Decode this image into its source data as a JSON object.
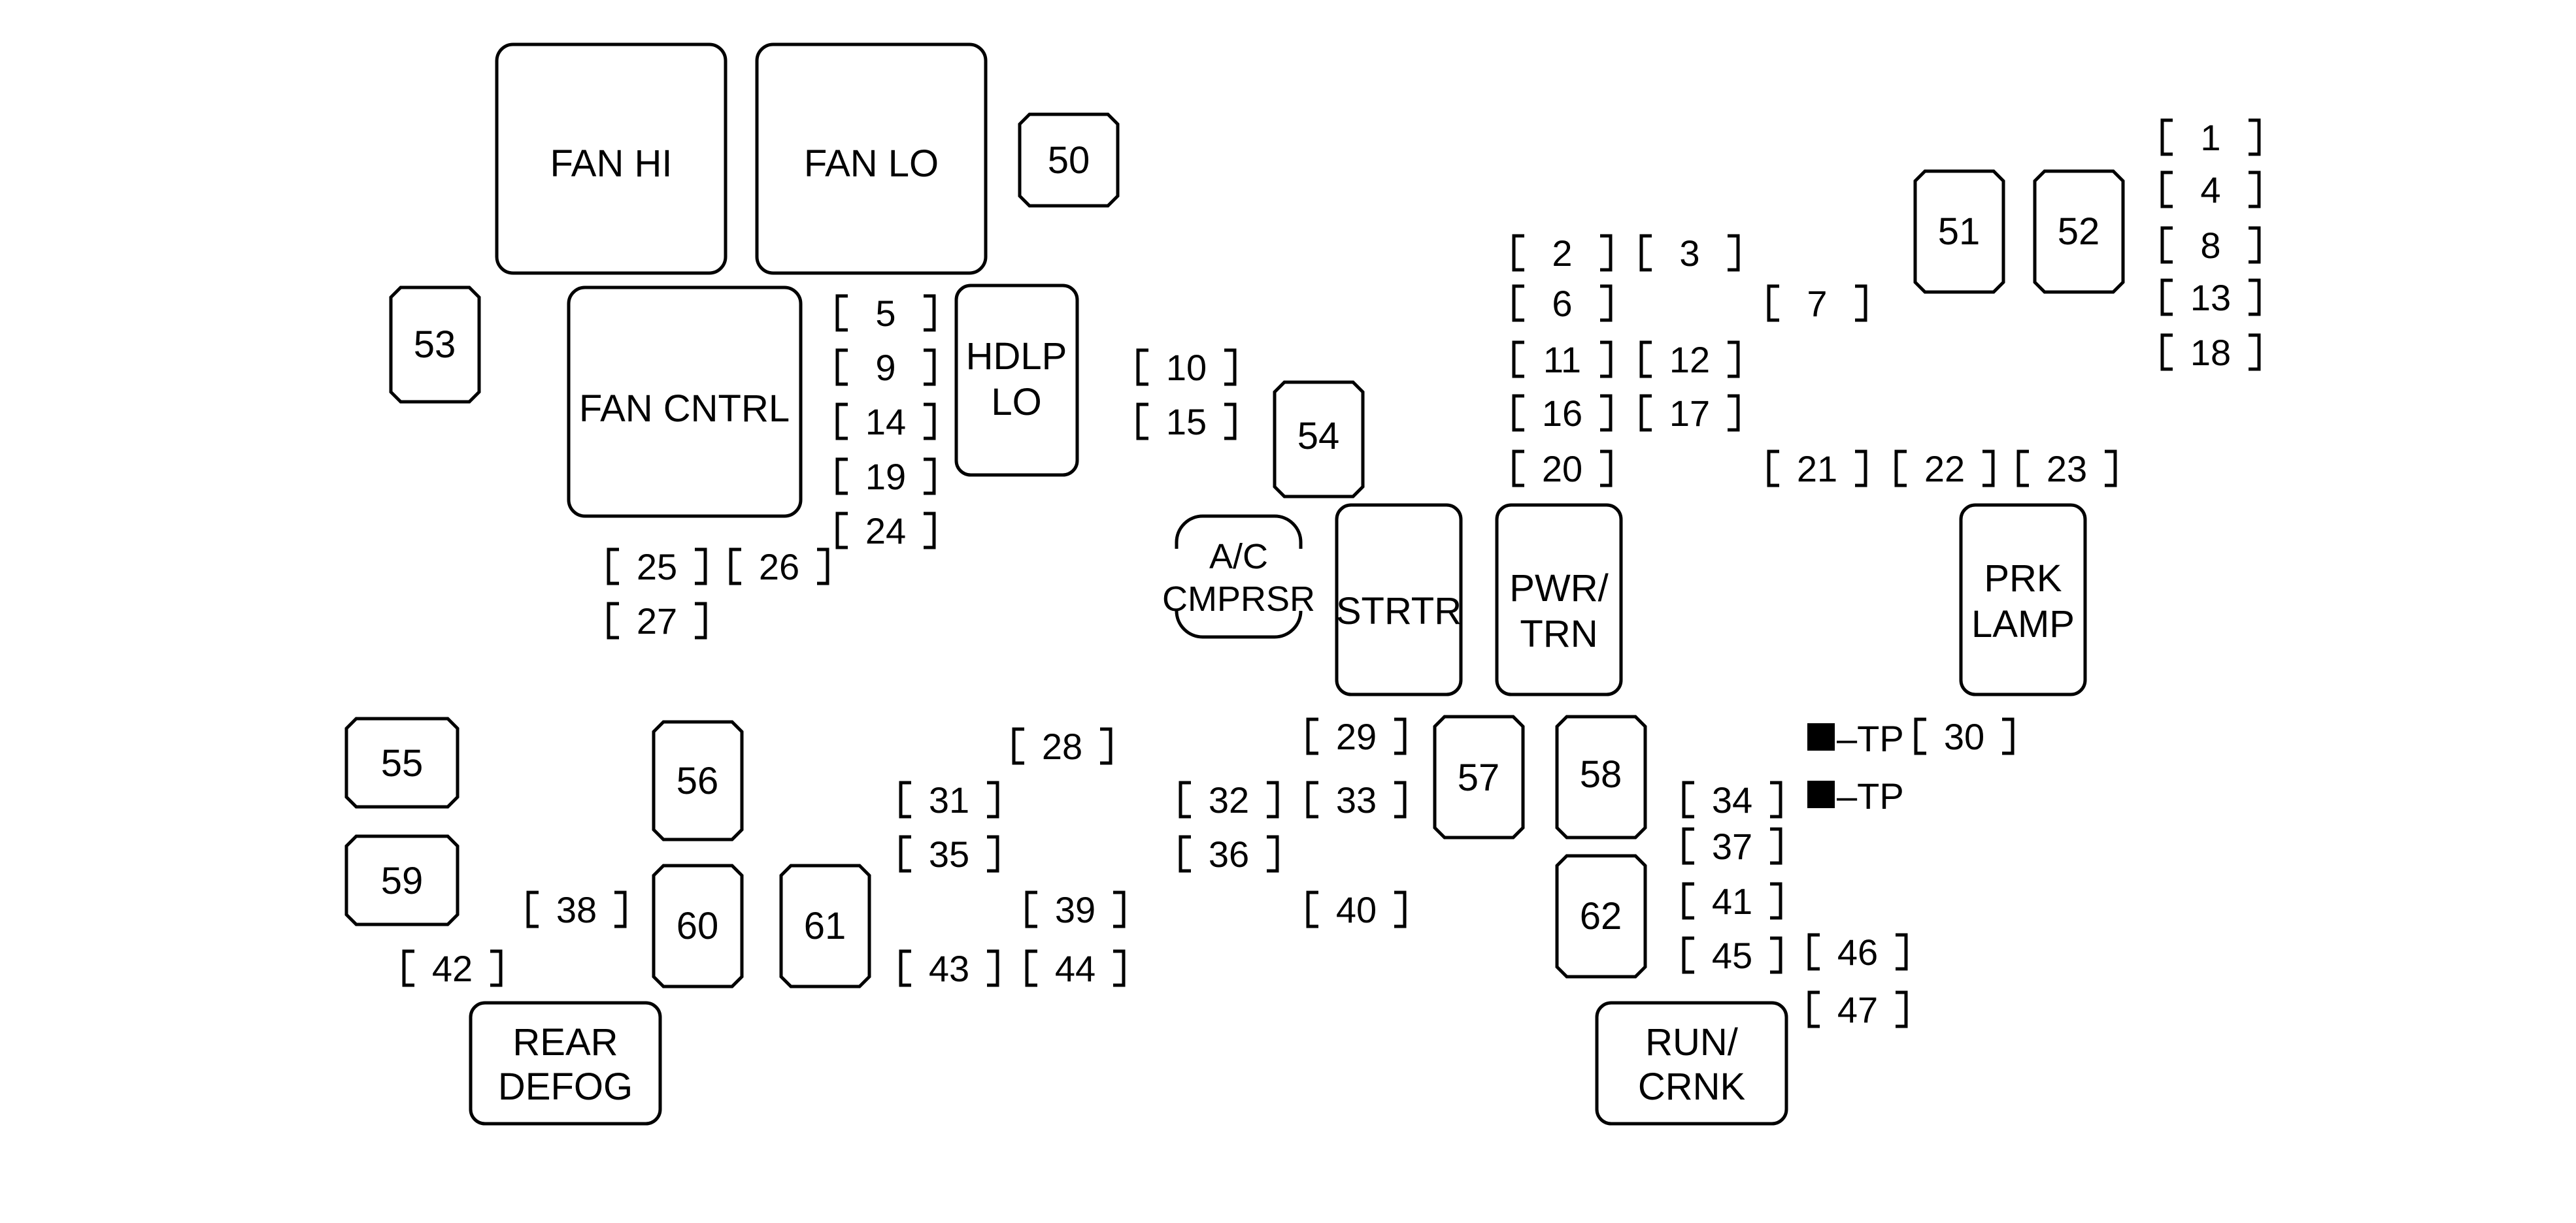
{
  "relays": {
    "fan_hi": "FAN HI",
    "fan_lo": "FAN LO",
    "fan_cntrl": "FAN CNTRL",
    "hdlp_lo": [
      "HDLP",
      "LO"
    ],
    "ac_cmprsr": [
      "A/C",
      "CMPRSR"
    ],
    "strtr": "STRTR",
    "pwr_trn": [
      "PWR/",
      "TRN"
    ],
    "prk_lamp": [
      "PRK",
      "LAMP"
    ],
    "rear_defog": [
      "REAR",
      "DEFOG"
    ],
    "run_crnk": [
      "RUN/",
      "CRNK"
    ],
    "r50": "50",
    "r51": "51",
    "r52": "52",
    "r53": "53",
    "r54": "54",
    "r55": "55",
    "r56": "56",
    "r57": "57",
    "r58": "58",
    "r59": "59",
    "r60": "60",
    "r61": "61",
    "r62": "62"
  },
  "fuses": [
    "1",
    "2",
    "3",
    "4",
    "5",
    "6",
    "7",
    "8",
    "9",
    "10",
    "11",
    "12",
    "13",
    "14",
    "15",
    "16",
    "17",
    "18",
    "19",
    "20",
    "21",
    "22",
    "23",
    "24",
    "25",
    "26",
    "27",
    "28",
    "29",
    "30",
    "31",
    "32",
    "33",
    "34",
    "35",
    "36",
    "37",
    "38",
    "39",
    "40",
    "41",
    "42",
    "43",
    "44",
    "45",
    "46",
    "47"
  ],
  "test_points": [
    "–TP",
    "–TP"
  ]
}
